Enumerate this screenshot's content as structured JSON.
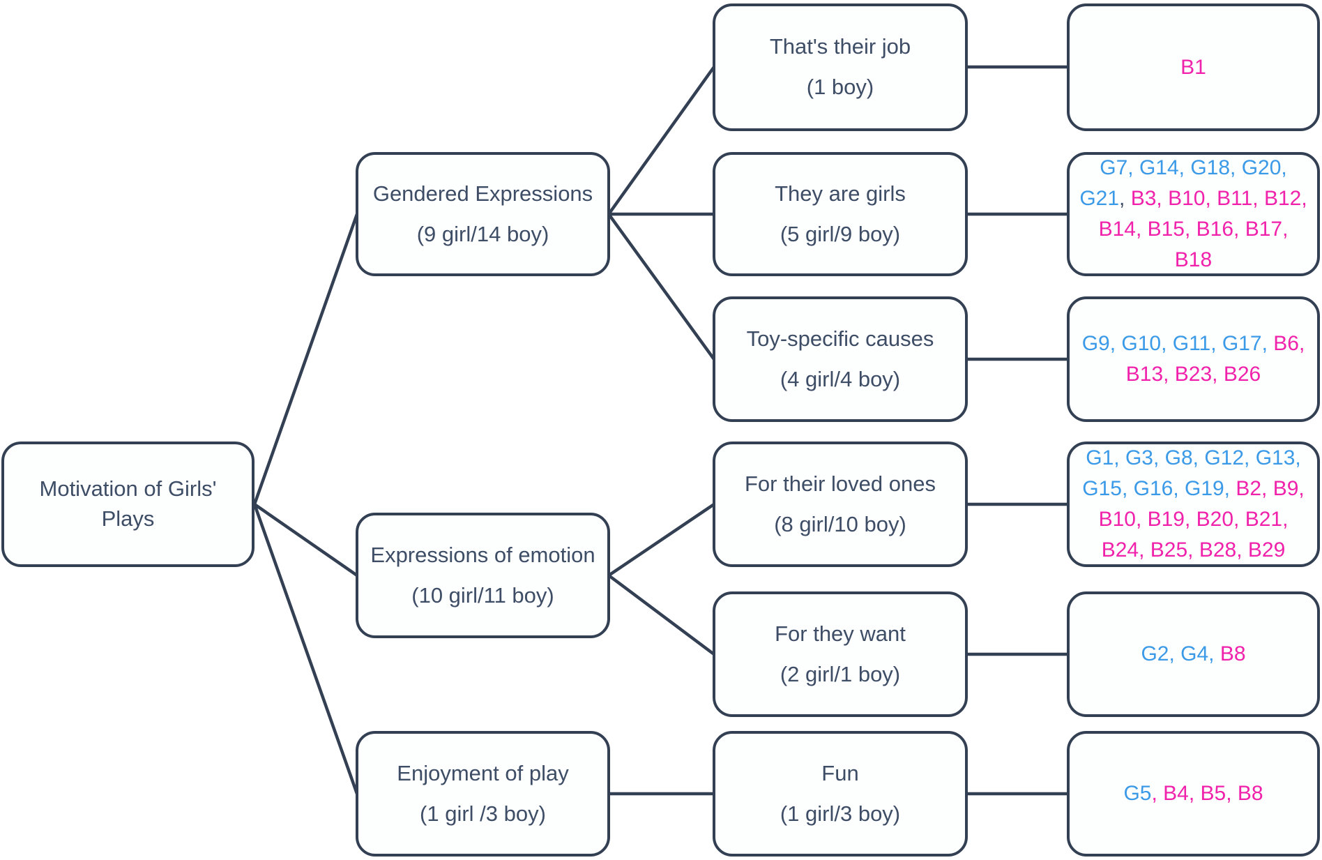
{
  "title": "Motivation of Girls' Plays coding tree",
  "colors": {
    "girl": "#3B9AE8",
    "boy": "#F021AA",
    "text": "#3E4D66",
    "line": "#333F52"
  },
  "legend_semantics": {
    "girl_codes_color_meaning": "girl participants (G#)",
    "boy_codes_color_meaning": "boy participants (B#)"
  },
  "nodes": {
    "root": {
      "title": "Motivation of Girls' Plays"
    },
    "ge": {
      "title": "Gendered Expressions",
      "count": "(9 girl/14 boy)"
    },
    "ee": {
      "title": "Expressions of emotion",
      "count": "(10 girl/11 boy)"
    },
    "ep": {
      "title": "Enjoyment of play",
      "count": "(1 girl /3 boy)"
    },
    "job": {
      "title": "That's their job",
      "count": "(1 boy)"
    },
    "girls": {
      "title": "They are girls",
      "count": "(5 girl/9 boy)"
    },
    "toy": {
      "title": "Toy-specific causes",
      "count": "(4 girl/4 boy)"
    },
    "loved": {
      "title": "For their loved ones",
      "count": "(8 girl/10 boy)"
    },
    "want": {
      "title": "For they want",
      "count": "(2 girl/1 boy)"
    },
    "fun": {
      "title": "Fun",
      "count": "(1 girl/3 boy)"
    }
  },
  "leaves": {
    "job": [
      {
        "t": "B1",
        "c": "boy"
      }
    ],
    "girls": [
      {
        "t": "G7, G14, G18, G20, G21",
        "c": "girl"
      },
      {
        "t": ", ",
        "c": "text"
      },
      {
        "t": "B3, B10, B11, B12, B14, B15, B16, B17, B18",
        "c": "boy"
      }
    ],
    "toy": [
      {
        "t": "G9, G10, G11, G17, ",
        "c": "girl"
      },
      {
        "t": "B6, B13, B23, B26",
        "c": "boy"
      }
    ],
    "loved": [
      {
        "t": "G1, G3, G8, G12, G13, G15, G16, G19, ",
        "c": "girl"
      },
      {
        "t": "B2, B9, B10, B19, B20, B21, B24, B25, B28, B29",
        "c": "boy"
      }
    ],
    "want": [
      {
        "t": "G2, G4, ",
        "c": "girl"
      },
      {
        "t": "B8",
        "c": "boy"
      }
    ],
    "fun": [
      {
        "t": "G5",
        "c": "girl"
      },
      {
        "t": ", B4, B5, B8",
        "c": "boy"
      }
    ]
  }
}
